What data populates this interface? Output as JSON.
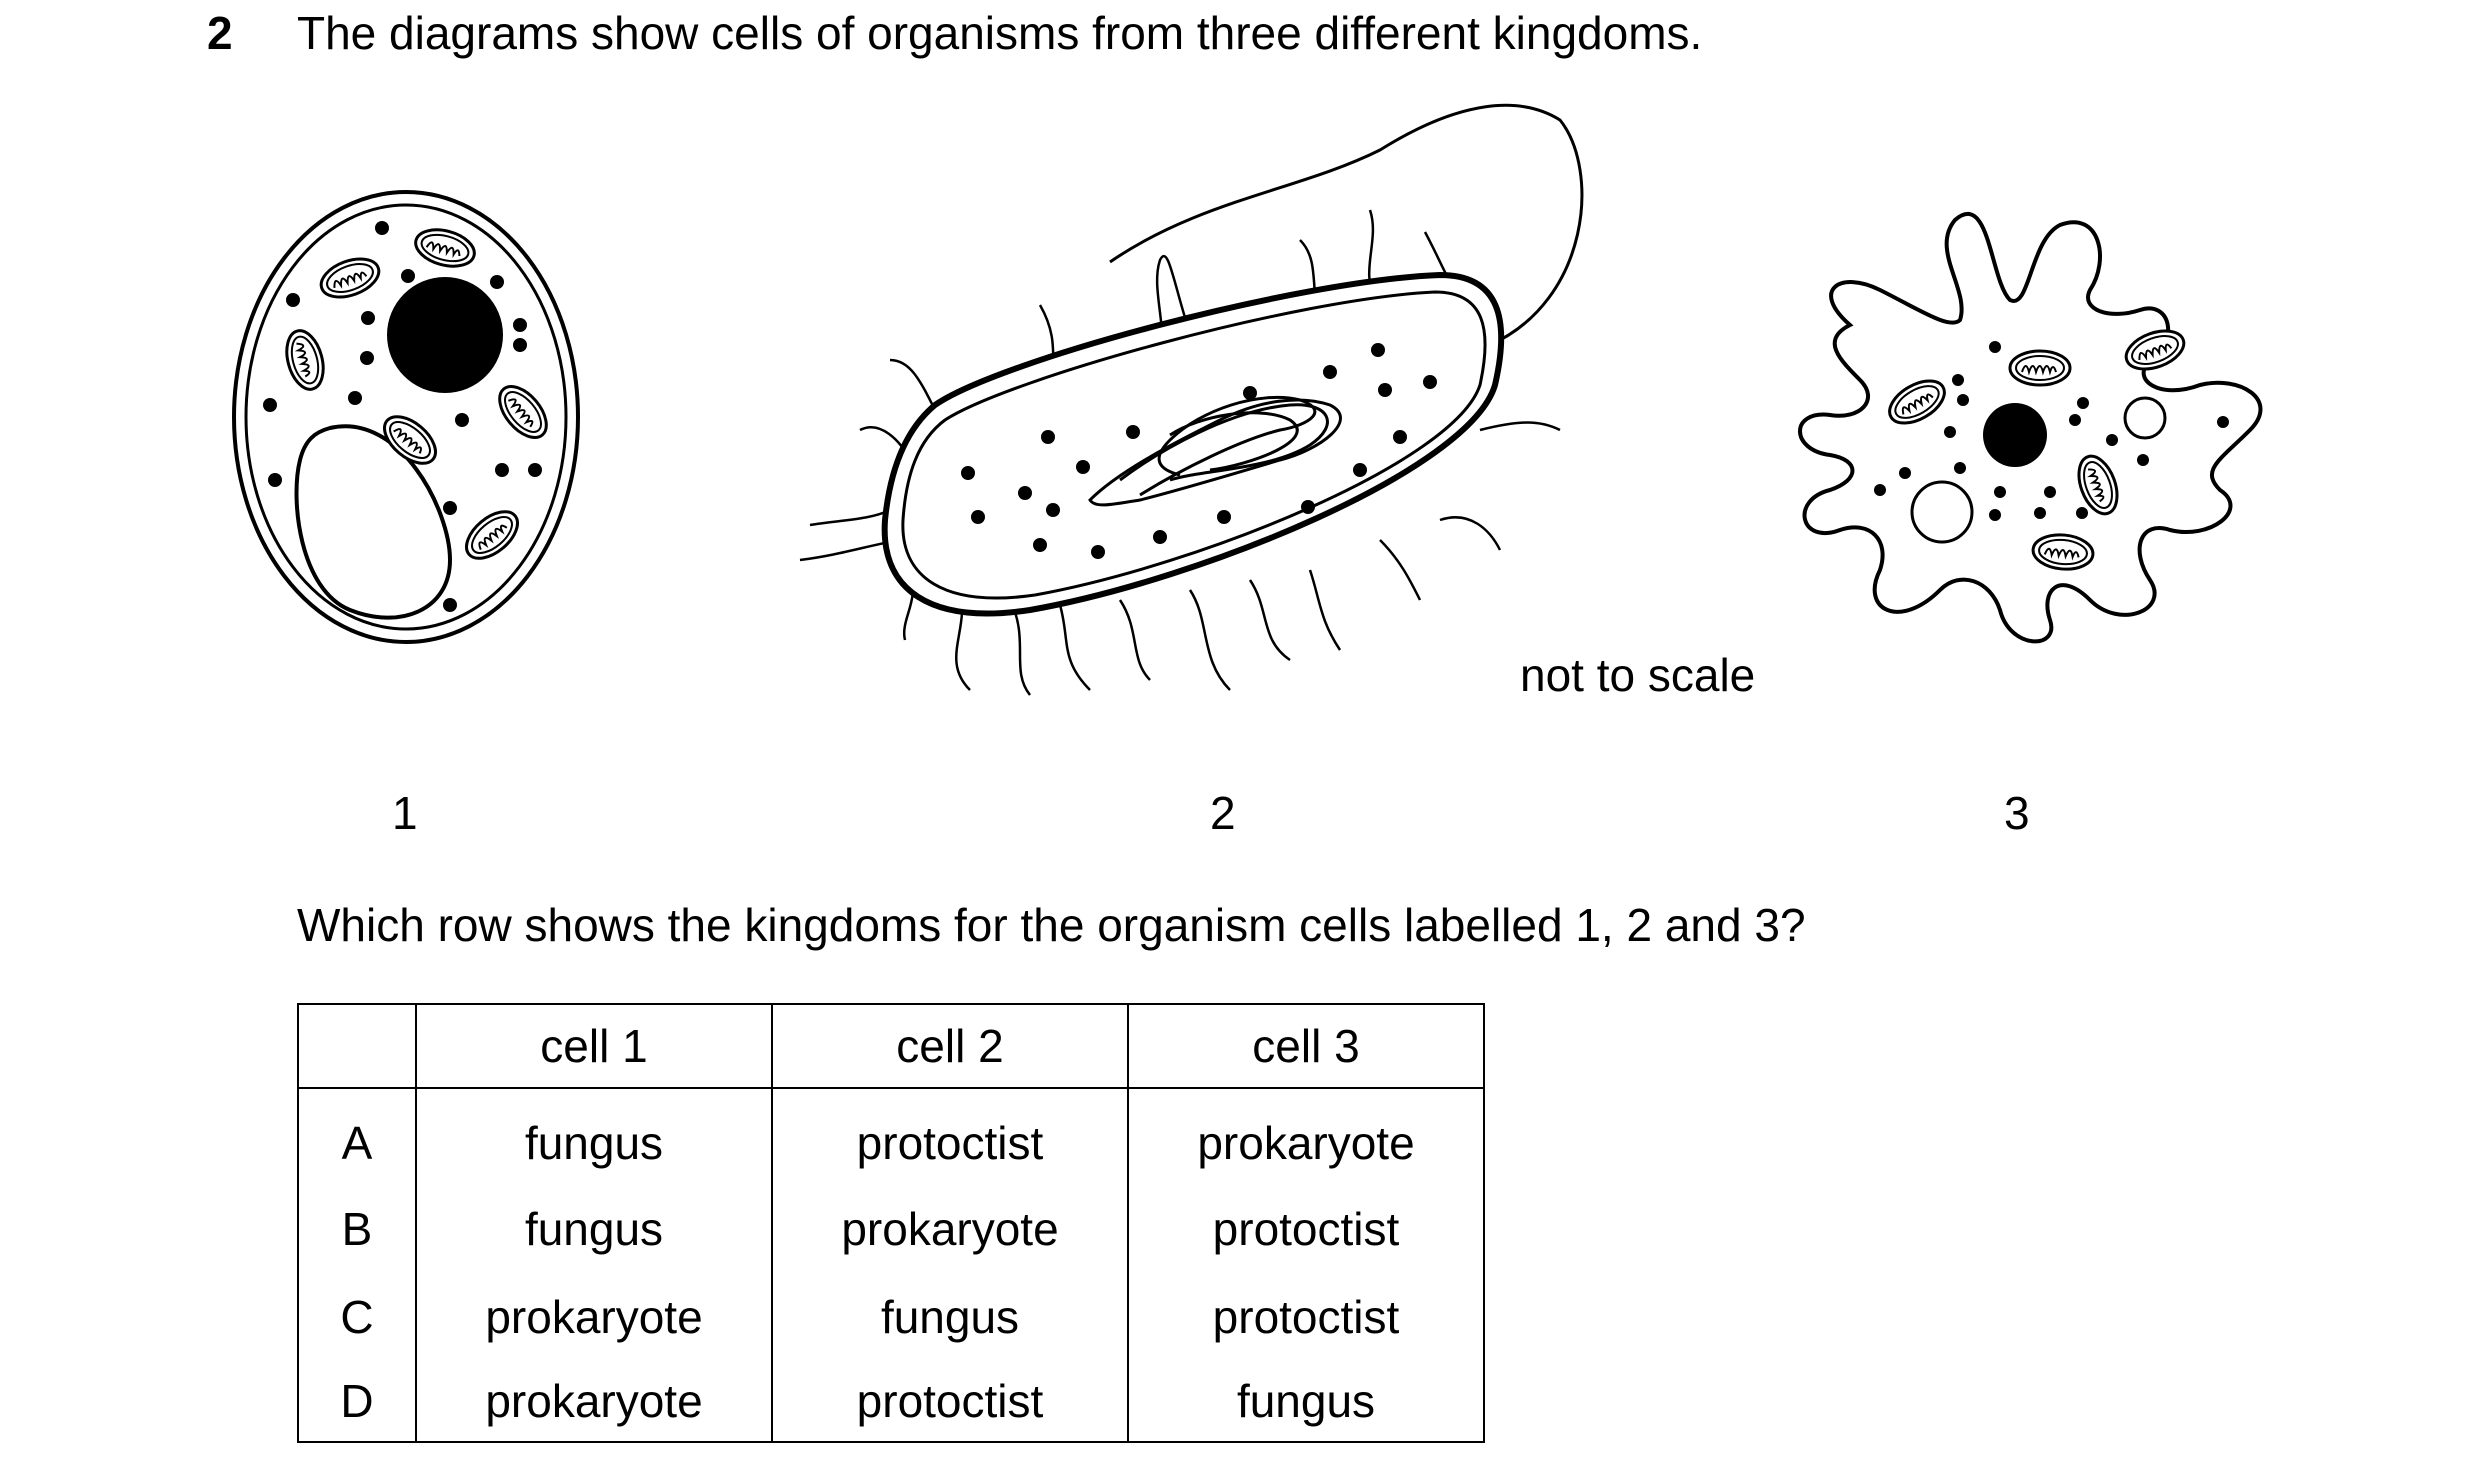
{
  "question": {
    "number": "2",
    "stem": "The diagrams show cells of organisms from three different kingdoms.",
    "prompt": "Which row shows the kingdoms for the organism cells labelled 1, 2 and 3?"
  },
  "figure": {
    "note": "not to scale",
    "labels": [
      "1",
      "2",
      "3"
    ]
  },
  "table": {
    "headers": [
      "",
      "cell 1",
      "cell 2",
      "cell 3"
    ],
    "rows": [
      {
        "option": "A",
        "cells": [
          "fungus",
          "protoctist",
          "prokaryote"
        ]
      },
      {
        "option": "B",
        "cells": [
          "fungus",
          "prokaryote",
          "protoctist"
        ]
      },
      {
        "option": "C",
        "cells": [
          "prokaryote",
          "fungus",
          "protoctist"
        ]
      },
      {
        "option": "D",
        "cells": [
          "prokaryote",
          "protoctist",
          "fungus"
        ]
      }
    ]
  }
}
